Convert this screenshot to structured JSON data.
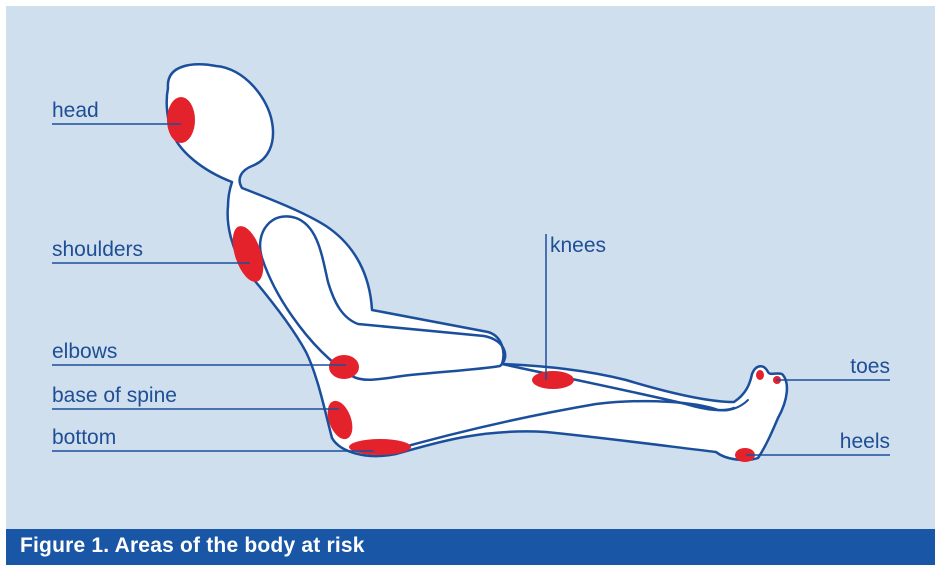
{
  "caption": "Figure 1. Areas of the body at risk",
  "labels": {
    "head": "head",
    "shoulders": "shoulders",
    "elbows": "elbows",
    "base_of_spine": "base of spine",
    "bottom": "bottom",
    "knees": "knees",
    "toes": "toes",
    "heels": "heels"
  },
  "colors": {
    "background": "#cfdfee",
    "outline": "#1b4f9c",
    "risk_area": "#e4222b",
    "caption_bar": "#1957a6",
    "caption_text": "#ffffff"
  }
}
